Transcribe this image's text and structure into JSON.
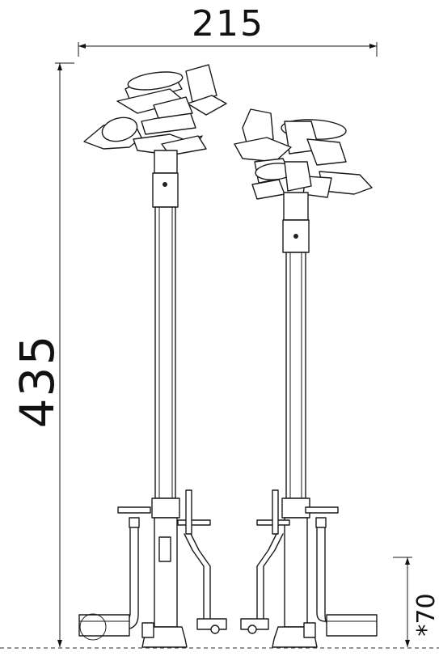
{
  "dimensions": {
    "width_label": "215",
    "height_label": "435",
    "depth_label": "*70"
  },
  "figure": {
    "subject": "outdoor-fitness-twin-stepper-with-leaf-canopy",
    "colors": {
      "line": "#1a1a1a",
      "background": "#ffffff",
      "ground_dash": "#555555"
    }
  }
}
